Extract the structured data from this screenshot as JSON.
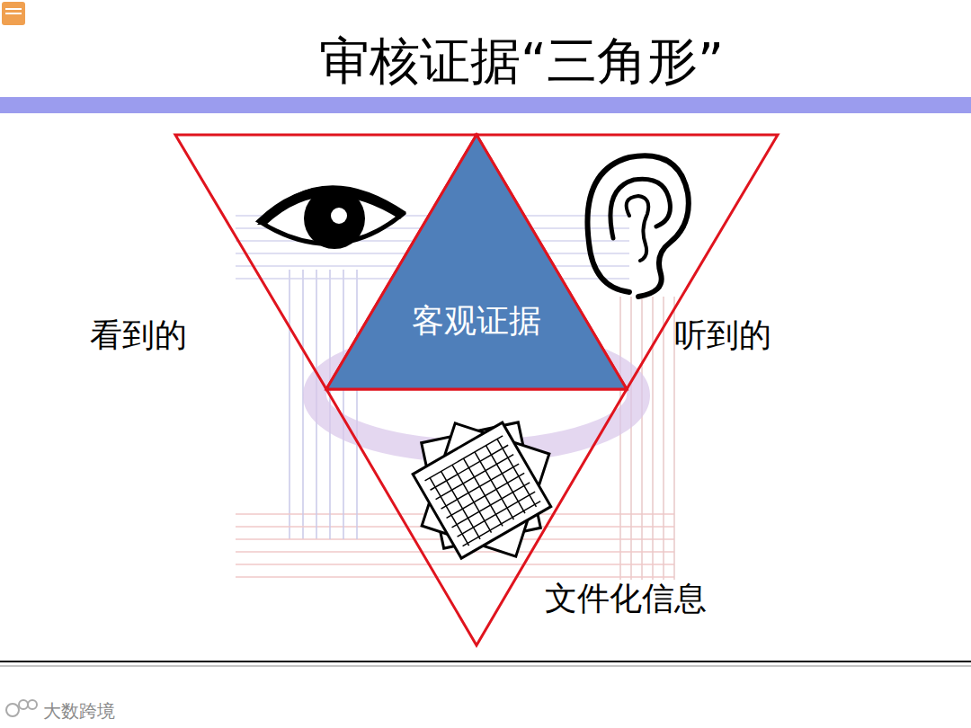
{
  "diagram": {
    "title": "审核证据“三角形”",
    "nodes": [
      {
        "text": [
          "看到的"
        ]
      },
      {
        "text": [
          "听到的"
        ]
      },
      {
        "text": [
          "文件化信息"
        ]
      },
      {
        "text": [
          "客观证据"
        ]
      }
    ],
    "labels": [
      "大数跨境"
    ]
  }
}
